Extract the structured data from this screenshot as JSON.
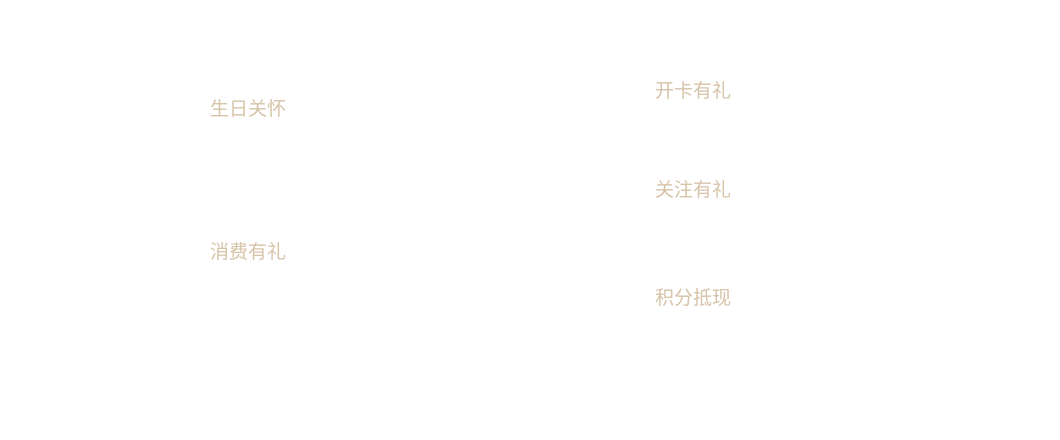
{
  "theme": {
    "background": "#ffffff",
    "label_color": "#d6c3a8"
  },
  "features": {
    "left": [
      {
        "label": "生日关怀"
      },
      {
        "label": "消费有礼"
      }
    ],
    "right": [
      {
        "label": "开卡有礼"
      },
      {
        "label": "关注有礼"
      },
      {
        "label": "积分抵现"
      }
    ]
  }
}
